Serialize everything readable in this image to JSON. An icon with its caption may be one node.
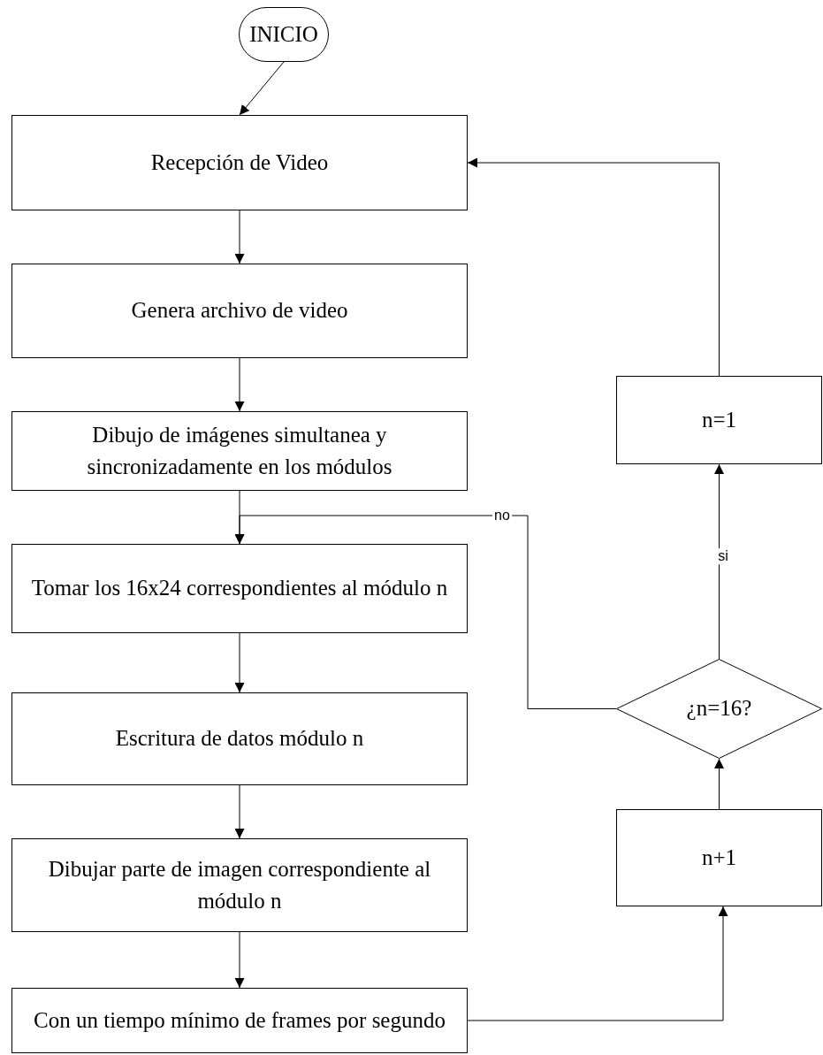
{
  "diagram": {
    "nodes": [
      {
        "text": [
          "INICIO"
        ]
      },
      {
        "text": [
          "Recepción de Video"
        ]
      },
      {
        "text": [
          "Genera archivo de video"
        ]
      },
      {
        "text": [
          "Dibujo de imágenes simultanea y sincronizadamente en los módulos"
        ]
      },
      {
        "text": [
          "Tomar los 16x24 correspondientes al módulo n"
        ]
      },
      {
        "text": [
          "Escritura de datos módulo n"
        ]
      },
      {
        "text": [
          "Dibujar parte de imagen correspondiente al módulo n"
        ]
      },
      {
        "text": [
          "Con un tiempo mínimo de frames por segundo"
        ]
      },
      {
        "text": [
          "n=1"
        ]
      },
      {
        "text": [
          "¿n=16?"
        ]
      },
      {
        "text": [
          "n+1"
        ]
      }
    ],
    "edges": [
      {
        "from": 0,
        "to": 1,
        "arrow": "to"
      },
      {
        "from": 1,
        "to": 2,
        "arrow": "to"
      },
      {
        "from": 2,
        "to": 3,
        "arrow": "to"
      },
      {
        "from": 3,
        "to": 4,
        "arrow": "to"
      },
      {
        "from": 4,
        "to": 5,
        "arrow": "to"
      },
      {
        "from": 5,
        "to": 6,
        "arrow": "to"
      },
      {
        "from": 6,
        "to": 7,
        "arrow": "to"
      },
      {
        "from": 7,
        "to": 10,
        "arrow": "to"
      },
      {
        "from": 10,
        "to": 9,
        "arrow": "to"
      },
      {
        "from": 9,
        "to": 8,
        "arrow": "to",
        "label": "si"
      },
      {
        "from": 9,
        "to": 4,
        "arrow": "to",
        "label": "no"
      },
      {
        "from": 8,
        "to": 1,
        "arrow": "to"
      }
    ]
  }
}
